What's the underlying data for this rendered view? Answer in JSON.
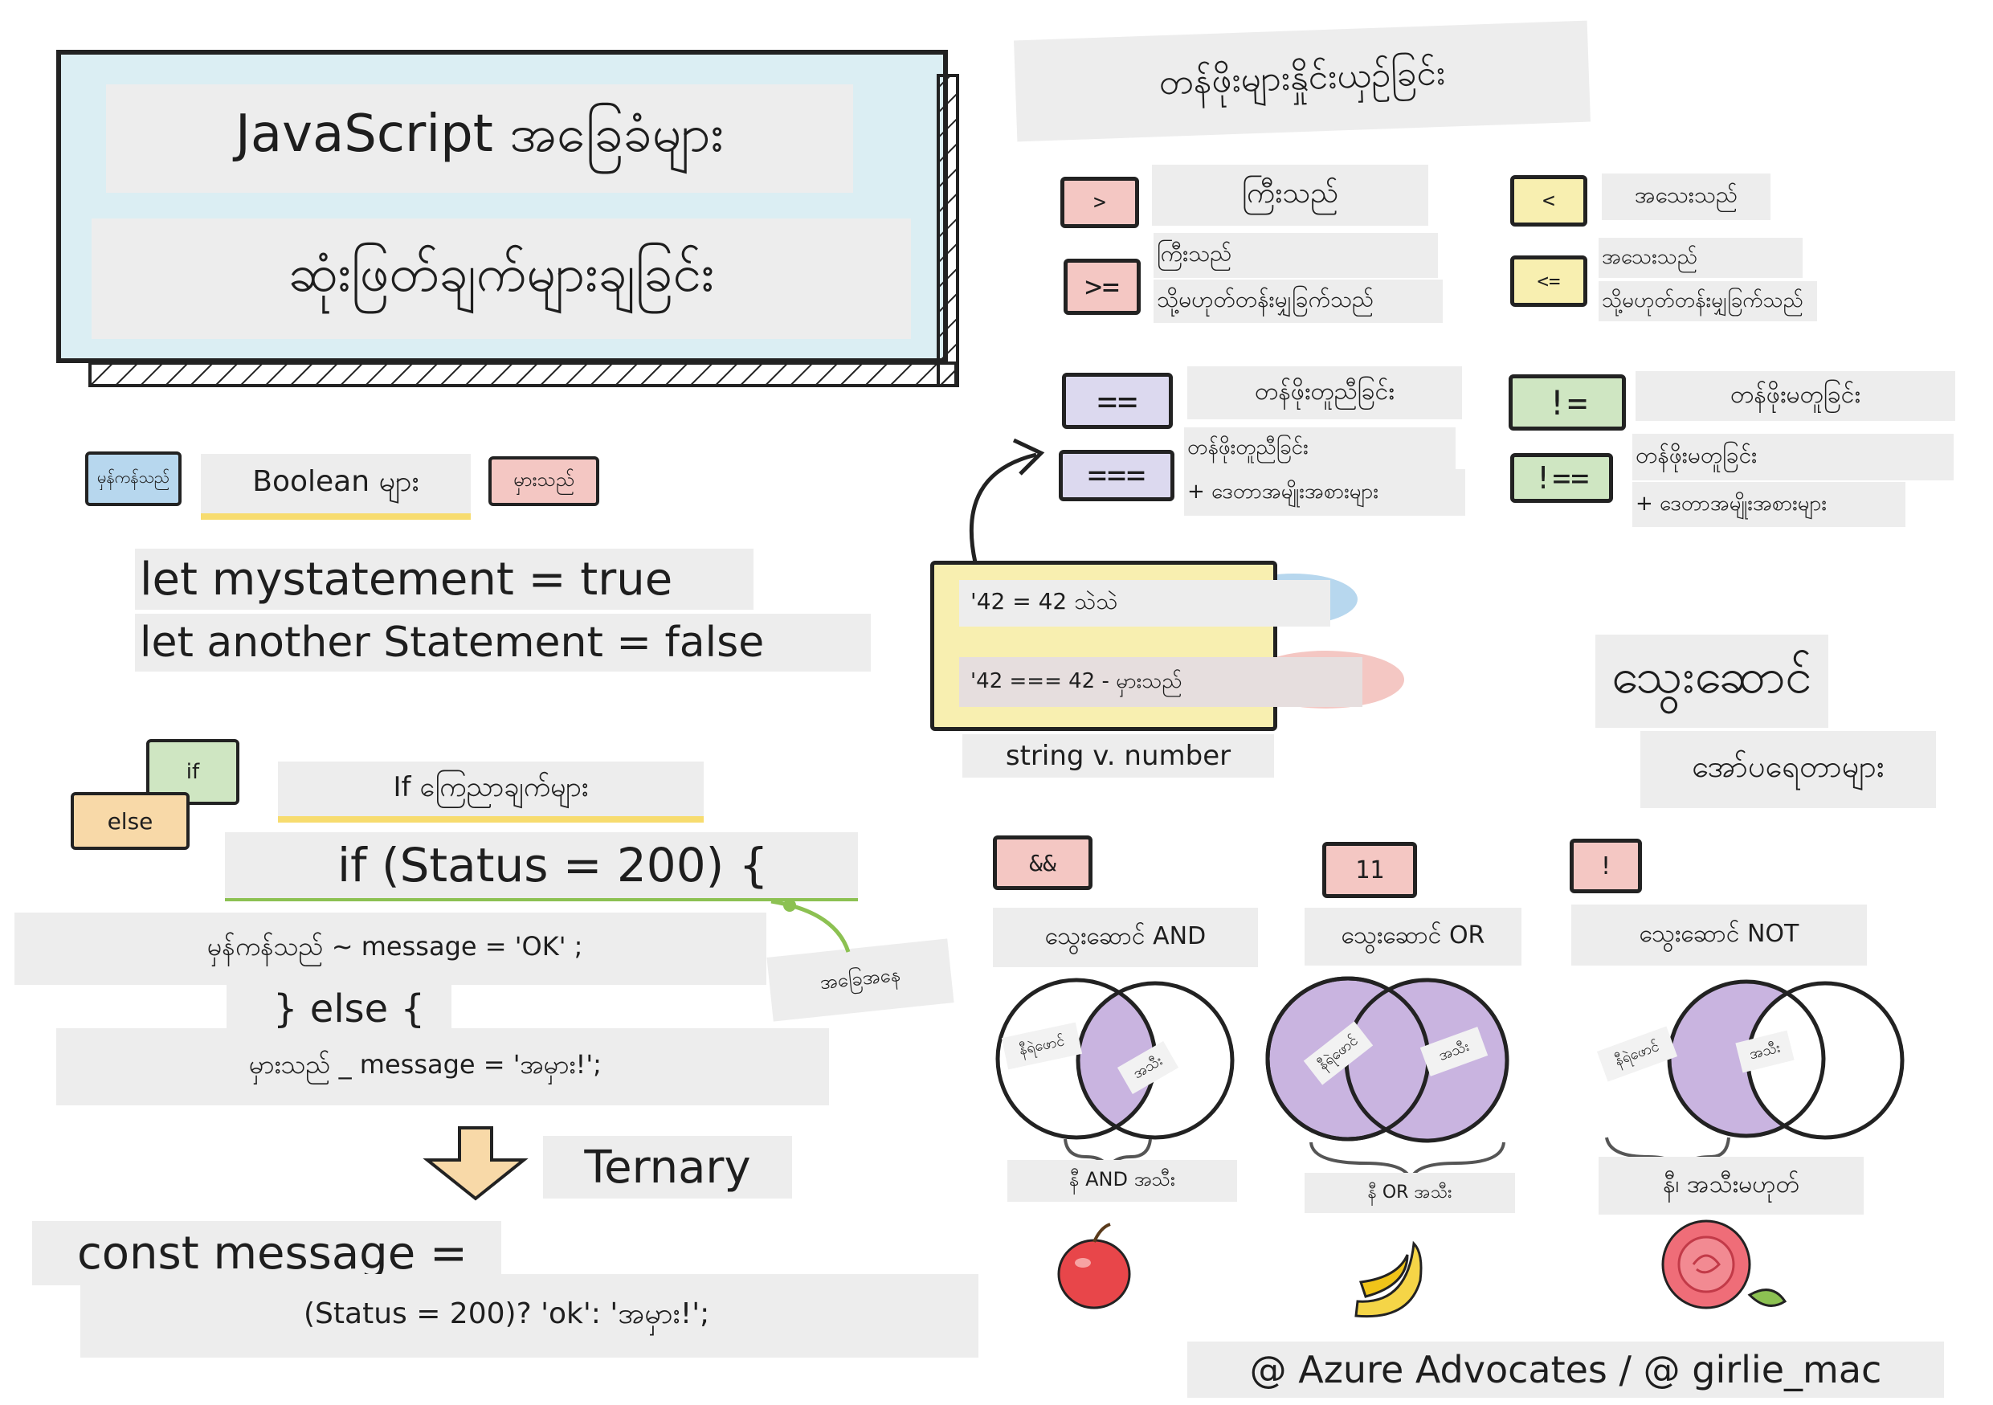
{
  "title": {
    "line1": "JavaScript အခြေခံများ",
    "line2": "ဆုံးဖြတ်ချက်များချခြင်း"
  },
  "boolean": {
    "true_bubble": "မှန်ကန်သည်",
    "label": "Boolean များ",
    "false_bubble": "မှားသည်",
    "code1": "let mystatement = true",
    "code2": "let another Statement = false"
  },
  "if_section": {
    "if_bubble": "if",
    "else_bubble": "else",
    "label": "If ကြေညာချက်များ",
    "code_if": "if (Status = 200) {",
    "code_true": "မှန်ကန်သည် ~ message = 'OK' ;",
    "code_else": "} else {",
    "code_false": "မှားသည် _ message = 'အမှား!';",
    "condition_note": "အခြေအနေ"
  },
  "ternary": {
    "label": "Ternary",
    "code1": "const message =",
    "code2": "(Status = 200)? 'ok': 'အမှား!';"
  },
  "comparison": {
    "heading": "တန်ဖိုးများနှိုင်းယှဉ်ခြင်း",
    "gt_symbol": ">",
    "gt_label": "ကြီးသည်",
    "lt_symbol": "<",
    "lt_label": "အသေးသည်",
    "gte_symbol": ">=",
    "gte_label1": "ကြီးသည်",
    "gte_label2": "သို့မဟုတ်တန်းမျှခြက်သည်",
    "lte_symbol": "<=",
    "lte_label1": "အသေးသည်",
    "lte_label2": "သို့မဟုတ်တန်းမျှခြက်သည်",
    "eq_symbol": "==",
    "eq_label": "တန်ဖိုးတူညီခြင်း",
    "neq_symbol": "!=",
    "neq_label": "တန်ဖိုးမတူခြင်း",
    "seq_symbol": "===",
    "seq_label1": "တန်ဖိုးတူညီခြင်း",
    "seq_label2": "+ ဒေတာအမျိုးအစားများ",
    "sneq_symbol": "!==",
    "sneq_label1": "တန်ဖိုးမတူခြင်း",
    "sneq_label2": "+ ဒေတာအမျိုးအစားများ",
    "example1": "'42 = 42 သဲသဲ",
    "example2": "'42 === 42 - မှားသည်",
    "example_caption": "string v. number"
  },
  "logic": {
    "heading1": "သွေးဆောင်",
    "heading2": "အော်ပရေတာများ",
    "and_symbol": "&&",
    "and_label": "သွေးဆောင် AND",
    "or_symbol": "11",
    "or_label": "သွေးဆောင် OR",
    "not_symbol": "!",
    "not_label": "သွေးဆောင် NOT",
    "venn_left": "နီရဲဖောင်",
    "venn_right": "အသီး",
    "and_caption": "နီ AND အသီး",
    "or_caption": "နီ OR အသီး",
    "not_caption": "နီ၊ အသီးမဟုတ်",
    "and_icon": "apple-icon",
    "or_icon": "banana-icon",
    "not_icon": "rose-icon"
  },
  "credit": "@ Azure Advocates / @ girlie_mac",
  "colors": {
    "label_bg": "#ededed",
    "title_frame_bg": "#dbeef3",
    "pink": "#f4c7c3",
    "yellow": "#f8efb0",
    "lavender": "#dcd9ef",
    "green": "#cfe6c2",
    "blue": "#b7d7ee",
    "purple": "#c9b4e0",
    "orange": "#f8d9a8",
    "condition_green": "#8cc152"
  }
}
